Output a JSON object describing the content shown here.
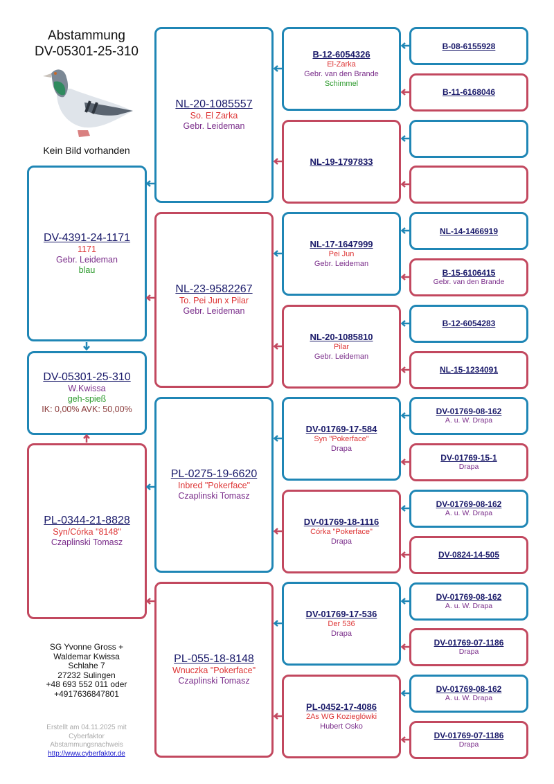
{
  "header": {
    "title": "Abstammung",
    "ring": "DV-05301-25-310",
    "no_image": "Kein Bild vorhanden"
  },
  "colors": {
    "male": "#1f86b5",
    "female": "#c2485f"
  },
  "subject": {
    "id": "DV-05301-25-310",
    "sex": "m",
    "lines": [
      {
        "kind": "owner",
        "text": "W.Kwissa"
      },
      {
        "kind": "color",
        "text": "geh-spieß"
      },
      {
        "kind": "ik",
        "text": "IK: 0,00%  AVK: 50,00%"
      }
    ]
  },
  "parents": [
    {
      "id": "DV-4391-24-1171",
      "sex": "m",
      "lines": [
        {
          "kind": "name",
          "text": "1171"
        },
        {
          "kind": "owner",
          "text": "Gebr. Leideman"
        },
        {
          "kind": "color",
          "text": "blau"
        }
      ]
    },
    {
      "id": "PL-0344-21-8828",
      "sex": "f",
      "lines": [
        {
          "kind": "name",
          "text": "Syn/Córka \"8148\""
        },
        {
          "kind": "owner",
          "text": "Czaplinski Tomasz"
        }
      ]
    }
  ],
  "grandparents": [
    {
      "id": "NL-20-1085557",
      "sex": "m",
      "lines": [
        {
          "kind": "name",
          "text": "So. El Zarka"
        },
        {
          "kind": "owner",
          "text": "Gebr. Leideman"
        }
      ]
    },
    {
      "id": "NL-23-9582267",
      "sex": "f",
      "lines": [
        {
          "kind": "name",
          "text": "To. Pei Jun x Pilar"
        },
        {
          "kind": "owner",
          "text": "Gebr. Leideman"
        }
      ]
    },
    {
      "id": "PL-0275-19-6620",
      "sex": "m",
      "lines": [
        {
          "kind": "name",
          "text": "Inbred \"Pokerface\""
        },
        {
          "kind": "owner",
          "text": "Czaplinski Tomasz"
        }
      ]
    },
    {
      "id": "PL-055-18-8148",
      "sex": "f",
      "lines": [
        {
          "kind": "name",
          "text": "Wnuczka \"Pokerface\""
        },
        {
          "kind": "owner",
          "text": "Czaplinski Tomasz"
        }
      ]
    }
  ],
  "great_grandparents": [
    {
      "id": "B-12-6054326",
      "sex": "m",
      "lines": [
        {
          "kind": "name",
          "text": "El-Zarka"
        },
        {
          "kind": "owner",
          "text": "Gebr. van den Brande"
        },
        {
          "kind": "color",
          "text": "Schimmel"
        }
      ]
    },
    {
      "id": "NL-19-1797833",
      "sex": "f",
      "lines": []
    },
    {
      "id": "NL-17-1647999",
      "sex": "m",
      "lines": [
        {
          "kind": "name",
          "text": "Pei Jun"
        },
        {
          "kind": "owner",
          "text": "Gebr. Leideman"
        }
      ]
    },
    {
      "id": "NL-20-1085810",
      "sex": "f",
      "lines": [
        {
          "kind": "name",
          "text": "Pilar"
        },
        {
          "kind": "owner",
          "text": "Gebr. Leideman"
        }
      ]
    },
    {
      "id": "DV-01769-17-584",
      "sex": "m",
      "lines": [
        {
          "kind": "name",
          "text": "Syn \"Pokerface\""
        },
        {
          "kind": "owner",
          "text": "Drapa"
        }
      ]
    },
    {
      "id": "DV-01769-18-1116",
      "sex": "f",
      "lines": [
        {
          "kind": "name",
          "text": "Córka \"Pokerface\""
        },
        {
          "kind": "owner",
          "text": "Drapa"
        }
      ]
    },
    {
      "id": "DV-01769-17-536",
      "sex": "m",
      "lines": [
        {
          "kind": "name",
          "text": "Der 536"
        },
        {
          "kind": "owner",
          "text": "Drapa"
        }
      ]
    },
    {
      "id": "PL-0452-17-4086",
      "sex": "f",
      "lines": [
        {
          "kind": "name",
          "text": "2As WG Kozieglówki"
        },
        {
          "kind": "owner",
          "text": "Hubert Osko"
        }
      ]
    }
  ],
  "gg_grandparents": [
    {
      "id": "B-08-6155928",
      "sex": "m",
      "lines": []
    },
    {
      "id": "B-11-6168046",
      "sex": "f",
      "lines": []
    },
    {
      "id": "",
      "sex": "m",
      "lines": []
    },
    {
      "id": "",
      "sex": "f",
      "lines": []
    },
    {
      "id": "NL-14-1466919",
      "sex": "m",
      "lines": []
    },
    {
      "id": "B-15-6106415",
      "sex": "f",
      "lines": [
        {
          "kind": "owner",
          "text": "Gebr. van den Brande"
        }
      ]
    },
    {
      "id": "B-12-6054283",
      "sex": "m",
      "lines": []
    },
    {
      "id": "NL-15-1234091",
      "sex": "f",
      "lines": []
    },
    {
      "id": "DV-01769-08-162",
      "sex": "m",
      "lines": [
        {
          "kind": "owner",
          "text": "A. u. W. Drapa"
        }
      ]
    },
    {
      "id": "DV-01769-15-1",
      "sex": "f",
      "lines": [
        {
          "kind": "owner",
          "text": "Drapa"
        }
      ]
    },
    {
      "id": "DV-01769-08-162",
      "sex": "m",
      "lines": [
        {
          "kind": "owner",
          "text": "A. u. W. Drapa"
        }
      ]
    },
    {
      "id": "DV-0824-14-505",
      "sex": "f",
      "lines": []
    },
    {
      "id": "DV-01769-08-162",
      "sex": "m",
      "lines": [
        {
          "kind": "owner",
          "text": "A. u. W. Drapa"
        }
      ]
    },
    {
      "id": "DV-01769-07-1186",
      "sex": "f",
      "lines": [
        {
          "kind": "owner",
          "text": "Drapa"
        }
      ]
    },
    {
      "id": "DV-01769-08-162",
      "sex": "m",
      "lines": [
        {
          "kind": "owner",
          "text": "A. u. W. Drapa"
        }
      ]
    },
    {
      "id": "DV-01769-07-1186",
      "sex": "f",
      "lines": [
        {
          "kind": "owner",
          "text": "Drapa"
        }
      ]
    }
  ],
  "breeder": {
    "lines": [
      "SG Yvonne Gross +",
      "Waldemar Kwissa",
      "Schlahe 7",
      "27232 Sulingen",
      "+48 693 552 011 oder",
      "+4917636847801"
    ]
  },
  "credit": {
    "lines": [
      "Erstellt am 04.11.2025 mit",
      "Cyberfaktor",
      "Abstammungsnachweis"
    ],
    "link": "http://www.cyberfaktor.de"
  }
}
